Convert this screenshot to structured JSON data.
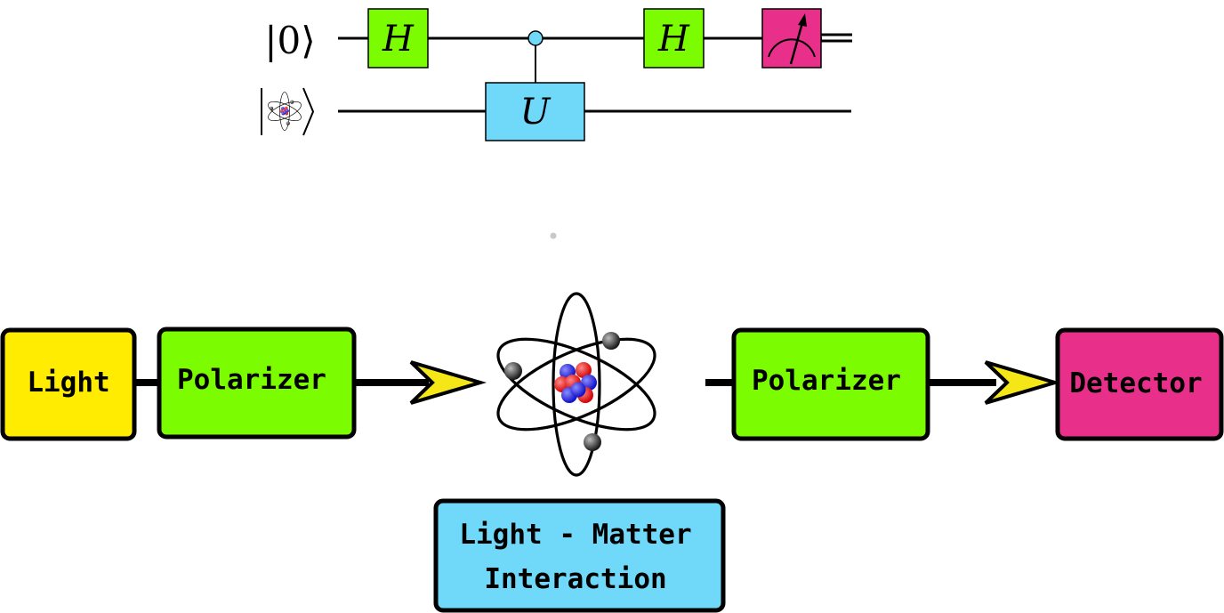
{
  "circuit": {
    "ket_zero": "|0⟩",
    "gates": {
      "h1": "H",
      "controlled": "U",
      "h2": "H"
    }
  },
  "setup": {
    "light": "Light",
    "polarizer_1": "Polarizer",
    "polarizer_2": "Polarizer",
    "detector": "Detector",
    "interaction_line1": "Light - Matter",
    "interaction_line2": "Interaction"
  },
  "colors": {
    "hadamard": "#7cfc00",
    "controlled": "#70d8f8",
    "measure": "#e8308a",
    "light": "#ffec00",
    "polarizer": "#7cfc00",
    "detector": "#e8308a",
    "interaction": "#70d8f8",
    "arrow": "#f4e617"
  },
  "icons": {
    "atom": "atom-icon",
    "measure": "meter-icon",
    "arrow": "arrow-head-icon"
  }
}
